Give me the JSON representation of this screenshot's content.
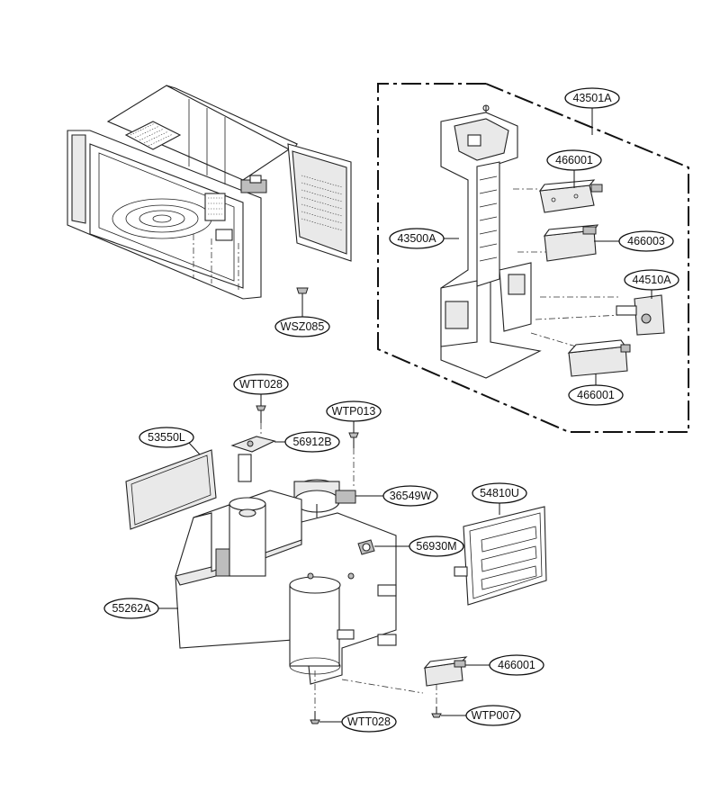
{
  "labels": {
    "wsz085": "WSZ085",
    "a43501": "43501A",
    "a466001_top": "466001",
    "a43500": "43500A",
    "a466003": "466003",
    "a44510": "44510A",
    "a466001_mid": "466001",
    "wtt028_top": "WTT028",
    "wtp013": "WTP013",
    "l53550": "53550L",
    "b56912": "56912B",
    "w36549": "36549W",
    "u54810": "54810U",
    "m56930": "56930M",
    "a55262": "55262A",
    "a466001_bot": "466001",
    "wtt028_bot": "WTT028",
    "wtp007": "WTP007"
  }
}
